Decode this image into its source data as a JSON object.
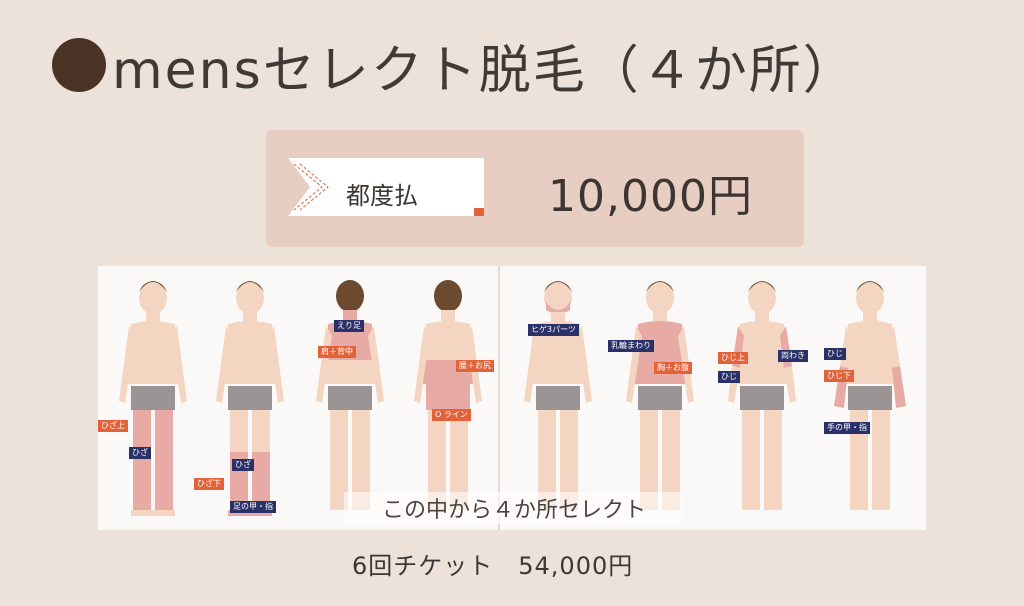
{
  "header": {
    "title": "mensセレクト脱毛（４か所）",
    "bullet_icon": "filled-circle-icon"
  },
  "price_box": {
    "label": "都度払",
    "price": "10,000円"
  },
  "body_chart": {
    "figures": [
      {
        "tags": [
          {
            "text": "ひざ上",
            "color": "orange"
          },
          {
            "text": "ひざ",
            "color": "navy"
          }
        ]
      },
      {
        "tags": [
          {
            "text": "ひざ",
            "color": "navy"
          },
          {
            "text": "ひざ下",
            "color": "orange"
          },
          {
            "text": "足の甲・指",
            "color": "navy"
          }
        ]
      },
      {
        "tags": [
          {
            "text": "えり足",
            "color": "navy"
          },
          {
            "text": "肩＋背中",
            "color": "orange"
          }
        ]
      },
      {
        "tags": [
          {
            "text": "腰＋お尻",
            "color": "orange"
          },
          {
            "text": "O ライン",
            "color": "orange"
          }
        ]
      },
      {
        "tags": [
          {
            "text": "ヒゲ3パーツ",
            "color": "navy"
          }
        ]
      },
      {
        "tags": [
          {
            "text": "乳輪まわり",
            "color": "navy"
          },
          {
            "text": "胸＋お腹",
            "color": "orange"
          }
        ]
      },
      {
        "tags": [
          {
            "text": "ひじ上",
            "color": "orange"
          },
          {
            "text": "ひじ",
            "color": "navy"
          },
          {
            "text": "両わき",
            "color": "navy"
          }
        ]
      },
      {
        "tags": [
          {
            "text": "ひじ",
            "color": "navy"
          },
          {
            "text": "ひじ下",
            "color": "orange"
          },
          {
            "text": "手の甲・指",
            "color": "navy"
          }
        ]
      }
    ],
    "select_note": "この中から４か所セレクト"
  },
  "ticket": {
    "text": "6回チケット　54,000円"
  },
  "colors": {
    "background": "#ece2d9",
    "price_box": "#e8cdc3",
    "navy_tag": "#2a3068",
    "orange_tag": "#e2623a",
    "skin": "#f3d5c2",
    "hair": "#6b4a30",
    "briefs": "#9a9594",
    "highlight": "#e7aaa5"
  }
}
